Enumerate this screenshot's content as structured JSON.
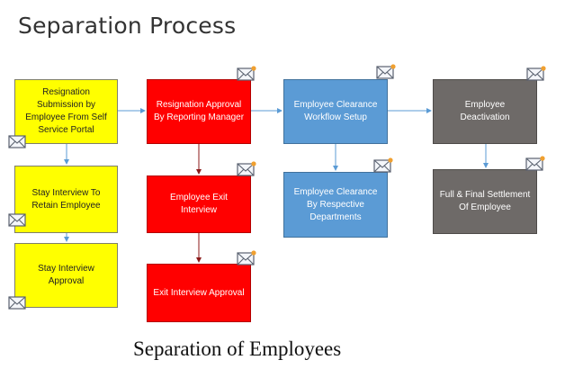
{
  "title": "Separation Process",
  "caption": "Separation of Employees",
  "steps": {
    "resignation_submission": "Resignation Submission by Employee From Self Service Portal",
    "stay_interview": "Stay Interview To Retain Employee",
    "stay_interview_approval": "Stay Interview Approval",
    "resignation_approval": "Resignation Approval By Reporting Manager",
    "exit_interview": "Employee Exit Interview",
    "exit_interview_approval": "Exit Interview Approval",
    "clearance_workflow": "Employee Clearance Workflow Setup",
    "clearance_departments": "Employee Clearance By Respective Departments",
    "deactivation": "Employee Deactivation",
    "final_settlement": "Full & Final Settlement Of Employee"
  },
  "colors": {
    "employee_step": "#ffff00",
    "manager_step": "#ff0000",
    "clearance_step": "#5b9bd5",
    "closure_step": "#6e6a68",
    "connector": "#5b9bd5"
  },
  "icons": [
    "mail-icon"
  ]
}
